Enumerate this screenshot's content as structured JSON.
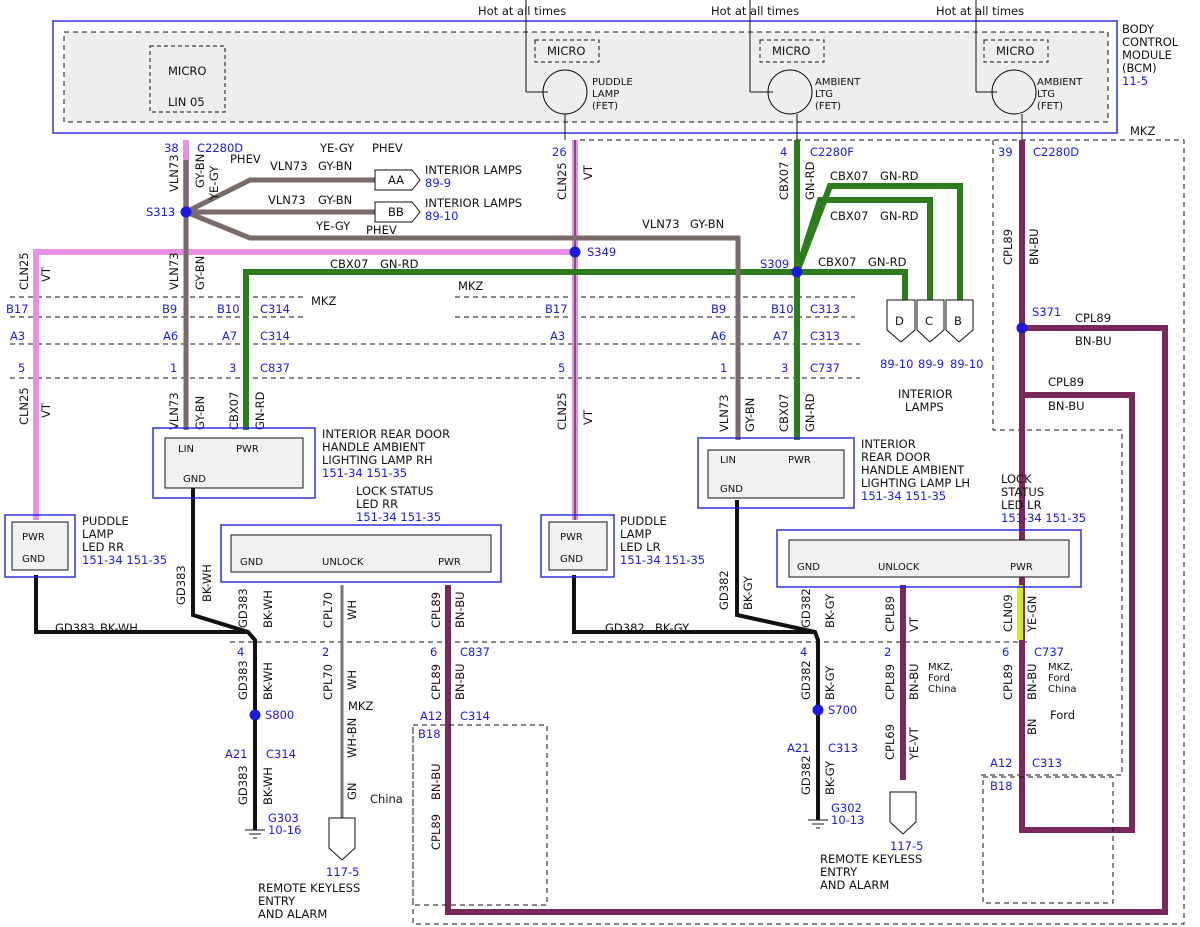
{
  "top": {
    "hot1": "Hot at all times",
    "hot2": "Hot at all times",
    "hot3": "Hot at all times"
  },
  "bcm": {
    "name1": "BODY",
    "name2": "CONTROL",
    "name3": "MODULE",
    "name4": "(BCM)",
    "ref": "11-5",
    "micro": "MICRO",
    "lin": "LIN 05",
    "puddle1": "PUDDLE",
    "puddle2": "LAMP",
    "puddle3": "(FET)",
    "amb1": "AMBIENT",
    "amb2": "LTG",
    "amb3": "(FET)"
  },
  "pins": {
    "p38": "38",
    "p26": "26",
    "p4": "4",
    "p39": "39",
    "c2280d": "C2280D",
    "c2280f": "C2280F",
    "c2280d2": "C2280D"
  },
  "splices": {
    "s313": "S313",
    "s349": "S349",
    "s309": "S309",
    "s371": "S371",
    "s800": "S800",
    "s700": "S700"
  },
  "wires": {
    "cln25": "CLN25",
    "vt": "VT",
    "vln73": "VLN73",
    "gybn": "GY-BN",
    "cbx07": "CBX07",
    "gnrd": "GN-RD",
    "cpl89": "CPL89",
    "bnbu": "BN-BU",
    "gd383": "GD383",
    "bkwh": "BK-WH",
    "gd382": "GD382",
    "bkgy": "BK-GY",
    "cpl70": "CPL70",
    "wh": "WH",
    "whbn": "WH-BN",
    "gn": "GN",
    "cpl69": "CPL69",
    "yevt": "YE-VT",
    "cln09": "CLN09",
    "yegn": "YE-GN",
    "yegy": "YE-GY",
    "bn": "BN",
    "phev": "PHEV",
    "mkz": "MKZ",
    "china": "China",
    "ford": "Ford",
    "mkzfordchina1": "MKZ,",
    "mkzfordchina2": "Ford",
    "mkzfordchina3": "China"
  },
  "interior": {
    "aa": "AA",
    "bb": "BB",
    "d": "D",
    "c": "C",
    "bt": "B",
    "lamps1": "INTERIOR LAMPS",
    "ref99": "89-9",
    "ref910": "89-10",
    "lamps2a": "INTERIOR",
    "lamps2b": "LAMPS",
    "r1": "89-10",
    "r2": "89-9",
    "r3": "89-10"
  },
  "connectors": {
    "c314": "C314",
    "c313": "C313",
    "c837": "C837",
    "c737": "C737",
    "b17": "B17",
    "b9": "B9",
    "b10": "B10",
    "a3": "A3",
    "a6": "A6",
    "a7": "A7",
    "n5": "5",
    "n1": "1",
    "n3": "3",
    "n4": "4",
    "n2": "2",
    "n6": "6",
    "a12": "A12",
    "b18": "B18",
    "a21": "A21"
  },
  "modules": {
    "rr1": "INTERIOR REAR DOOR",
    "rr2": "HANDLE AMBIENT",
    "rr3": "LIGHTING LAMP RH",
    "rrref": "151-34   151-35",
    "lh1": "INTERIOR",
    "lh2": "REAR DOOR",
    "lh3": "HANDLE AMBIENT",
    "lh4": "LIGHTING LAMP LH",
    "lhref": "151-34   151-35",
    "lin": "LIN",
    "pwr": "PWR",
    "gnd": "GND",
    "unlock": "UNLOCK",
    "lsrr1": "LOCK STATUS",
    "lsrr2": "LED RR",
    "lsref": "151-34   151-35",
    "lslr1": "LOCK",
    "lslr2": "STATUS",
    "lslr3": "LED LR",
    "pdrr1": "PUDDLE",
    "pdrr2": "LAMP",
    "pdrr3": "LED RR",
    "pdlr3": "LED LR",
    "pdref": "151-34   151-35"
  },
  "grounds": {
    "g303": "G303",
    "g303r": "10-16",
    "g302": "G302",
    "g302r": "10-13"
  },
  "rke": {
    "ref": "117-5",
    "l1": "REMOTE KEYLESS",
    "l2": "ENTRY",
    "l3": "AND ALARM"
  }
}
